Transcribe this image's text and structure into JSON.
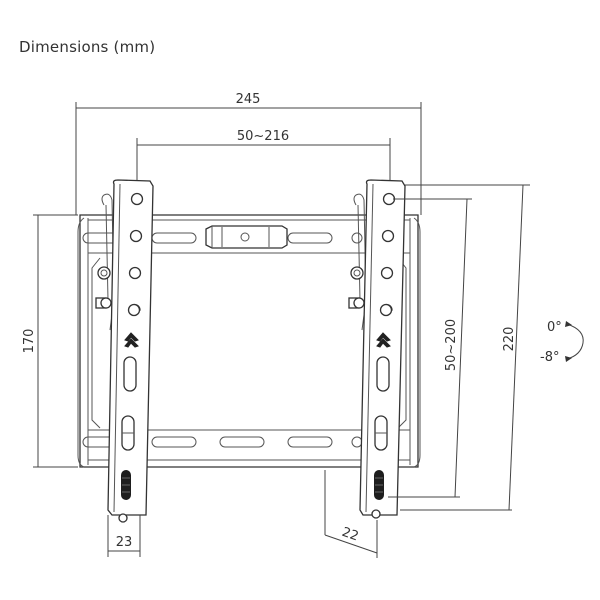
{
  "header": {
    "title": "Dimensions (mm)"
  },
  "dimensions": {
    "overall_width": "245",
    "vesa_horizontal": "50~216",
    "frame_height": "170",
    "vesa_vertical": "50~200",
    "overall_height": "220",
    "bracket_width": "23",
    "wall_distance": "22"
  },
  "tilt": {
    "upper": "0°",
    "lower": "-8°"
  },
  "colors": {
    "line": "#444444",
    "text": "#333333",
    "background": "#ffffff"
  }
}
